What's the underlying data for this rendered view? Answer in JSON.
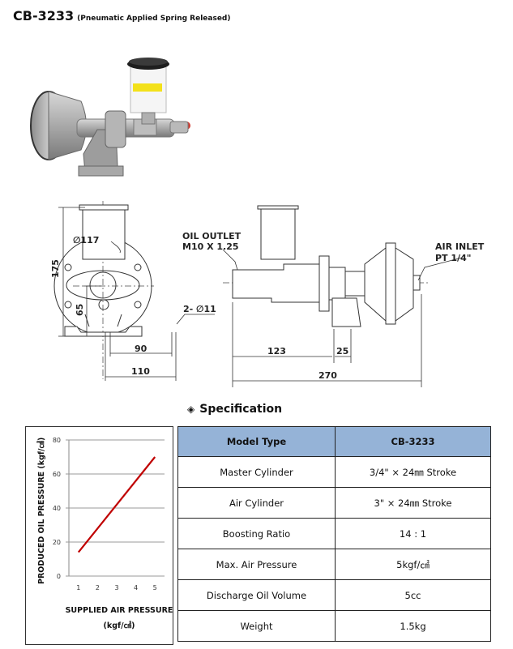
{
  "header": {
    "model": "CB-3233",
    "subtitle": "(Pneumatic Applied Spring Released)"
  },
  "drawing": {
    "front_view": {
      "diameter_label": "∅117",
      "height_total": "175",
      "height_center": "65",
      "hole_label": "2- ∅11",
      "width_inner": "90",
      "width_outer": "110"
    },
    "side_view": {
      "oil_outlet_line1": "OIL OUTLET",
      "oil_outlet_line2": "M10 X 1.25",
      "air_inlet_line1": "AIR INLET",
      "air_inlet_line2": "PT 1/4\"",
      "len_cylinder": "123",
      "len_base": "25",
      "len_total": "270"
    }
  },
  "specification": {
    "heading": "Specification",
    "heading_icon": "diamond-bullet-icon",
    "header_row": [
      "Model Type",
      "CB-3233"
    ],
    "rows": [
      [
        "Master Cylinder",
        "3/4\" × 24㎜ Stroke"
      ],
      [
        "Air Cylinder",
        "3\" × 24㎜ Stroke"
      ],
      [
        "Boosting Ratio",
        "14 : 1"
      ],
      [
        "Max. Air Pressure",
        "5kgf/㎠"
      ],
      [
        "Discharge Oil Volume",
        "5cc"
      ],
      [
        "Weight",
        "1.5kg"
      ]
    ],
    "header_color": "#95b3d7"
  },
  "chart_data": {
    "type": "line",
    "title": "",
    "xlabel": "SUPPLIED AIR PRESSURE",
    "xlabel_unit": "(kgf/㎠)",
    "ylabel": "PRODUCED OIL PRESSURE (kgf/㎠)",
    "x": [
      1,
      5
    ],
    "series": [
      {
        "name": "Oil pressure",
        "values": [
          14,
          70
        ],
        "color": "#c00000"
      }
    ],
    "x_ticks": [
      "1",
      "2",
      "3",
      "4",
      "5"
    ],
    "y_ticks": [
      "0",
      "20",
      "40",
      "60",
      "80"
    ],
    "xlim": [
      0.5,
      5.5
    ],
    "ylim": [
      0,
      80
    ],
    "grid": true,
    "legend": "none"
  }
}
